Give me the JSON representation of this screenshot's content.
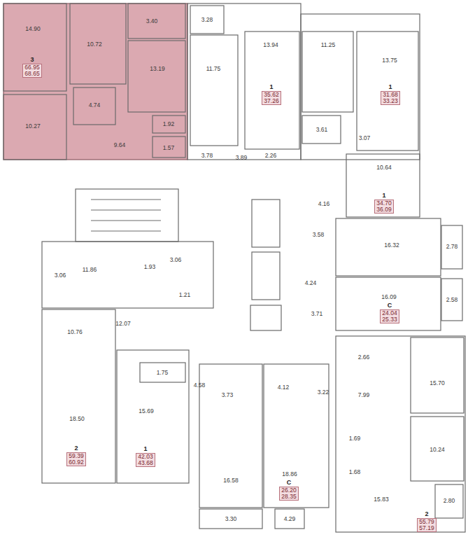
{
  "diagram": {
    "nodes": [
      {
        "text": [
          "3",
          "66.95",
          "68.65"
        ]
      },
      {
        "text": [
          "1",
          "35.62",
          "37.26"
        ]
      },
      {
        "text": [
          "1",
          "31.68",
          "33.23"
        ]
      },
      {
        "text": [
          "1",
          "34.70",
          "36.09"
        ]
      },
      {
        "text": [
          "С",
          "24.04",
          "25.33"
        ]
      },
      {
        "text": [
          "2",
          "59.39",
          "60.92"
        ]
      },
      {
        "text": [
          "1",
          "42.03",
          "43.68"
        ]
      },
      {
        "text": [
          "С",
          "26.20",
          "28.35"
        ]
      },
      {
        "text": [
          "2",
          "55.79",
          "57.19"
        ]
      }
    ],
    "labels": [
      "14.90",
      "3.40",
      "3.28",
      "10.72",
      "13.94",
      "11.25",
      "13.75",
      "13.19",
      "11.75",
      "4.74",
      "1.92",
      "10.27",
      "3.61",
      "3.07",
      "9.64",
      "1.57",
      "3.78",
      "3.89",
      "2.26",
      "10.64",
      "4.16",
      "3.58",
      "16.32",
      "2.78",
      "1.93",
      "3.06",
      "11.86",
      "3.06",
      "4.24",
      "2.58",
      "1.21",
      "16.09",
      "3.71",
      "12.07",
      "10.76",
      "2.66",
      "1.75",
      "4.58",
      "3.73",
      "4.12",
      "3.22",
      "7.99",
      "15.70",
      "15.69",
      "18.50",
      "1.69",
      "10.24",
      "1.68",
      "18.86",
      "16.58",
      "15.83",
      "2.80",
      "3.30",
      "4.29"
    ]
  }
}
